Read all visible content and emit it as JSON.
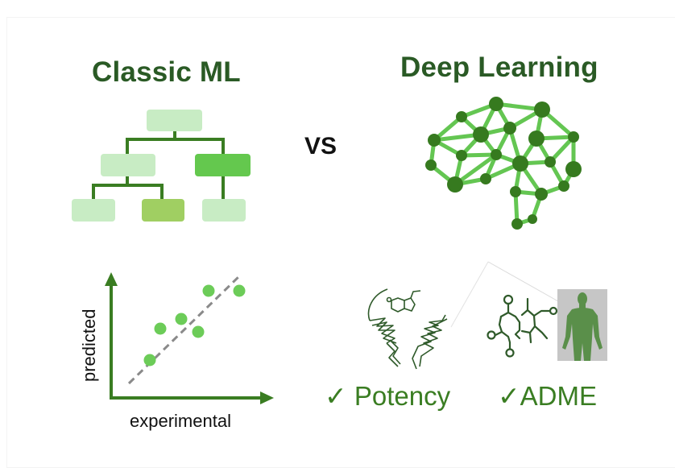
{
  "left_panel": {
    "title": "Classic ML",
    "tree": {
      "nodes": [
        {
          "id": "root",
          "shade": "light"
        },
        {
          "id": "mid-left",
          "shade": "light"
        },
        {
          "id": "mid-right",
          "shade": "bright"
        },
        {
          "id": "leaf-1",
          "shade": "light"
        },
        {
          "id": "leaf-2",
          "shade": "medium"
        },
        {
          "id": "leaf-3",
          "shade": "light"
        }
      ]
    },
    "scatter": {
      "xlabel": "experimental",
      "ylabel": "predicted"
    }
  },
  "separator": "VS",
  "right_panel": {
    "title": "Deep Learning",
    "brain_icon": "neural-network-brain-icon",
    "outcomes": [
      {
        "check": "✓",
        "label": " Potency"
      },
      {
        "check": "✓",
        "label": "ADME"
      }
    ],
    "icons": [
      "protein-ligand-icon",
      "molecule-icon",
      "human-body-icon"
    ]
  },
  "colors": {
    "title": "#2a5a25",
    "dark_green": "#3a7d22",
    "node_dark": "#367a1f",
    "edge_light": "#64c652",
    "box_light": "#c8ecc4",
    "box_bright": "#64c84e",
    "box_medium": "#a0cf62",
    "point": "#6ccc58",
    "body_bg": "#c6c6c6",
    "body_fill": "#5a8f4a",
    "chem_stroke": "#2f5a2a"
  }
}
